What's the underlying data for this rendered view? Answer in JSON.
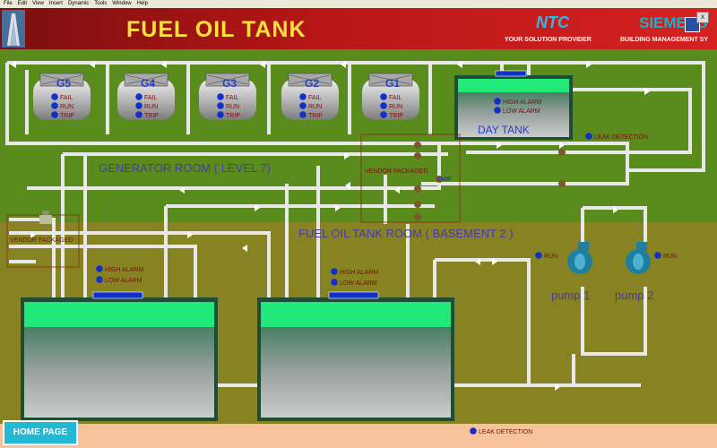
{
  "menu": [
    "File",
    "Edit",
    "View",
    "Insert",
    "Dynamic",
    "Tools",
    "Window",
    "Help"
  ],
  "header": {
    "title": "FUEL OIL TANK",
    "ntc": "NTC",
    "ntc_tag": "YOUR SOLUTION PROVIDER",
    "siemens": "SIEMENS",
    "bms_tag": "BUILDING MANAGEMENT SY",
    "close": "x"
  },
  "generators": [
    {
      "name": "G5",
      "s1": "FAIL",
      "s2": "RUN",
      "s3": "TRIP"
    },
    {
      "name": "G4",
      "s1": "FAIL",
      "s2": "RUN",
      "s3": "TRIP"
    },
    {
      "name": "G3",
      "s1": "FAIL",
      "s2": "RUN",
      "s3": "TRIP"
    },
    {
      "name": "G2",
      "s1": "FAIL",
      "s2": "RUN",
      "s3": "TRIP"
    },
    {
      "name": "G1",
      "s1": "FAIL",
      "s2": "RUN",
      "s3": "TRIP"
    }
  ],
  "day_tank": {
    "name": "DAY TANK",
    "high": "HIGH ALARM",
    "low": "LOW ALARM",
    "leak": "LEAK DETECTION"
  },
  "rooms": {
    "gen": "GENERATOR ROOM ( LEVEL 7)",
    "base": "FUEL OIL TANK ROOM ( BASEMENT 2 )"
  },
  "vendor": "VENDOR PACKAGED",
  "valve_tag": "OWF",
  "tanks": [
    {
      "high": "HIGH ALARM",
      "low": "LOW ALARM"
    },
    {
      "high": "HIGH ALARM",
      "low": "LOW ALARM"
    }
  ],
  "pumps": [
    {
      "name": "pump 1",
      "status": "RUN"
    },
    {
      "name": "pump 2",
      "status": "RUN"
    }
  ],
  "footer": {
    "home": "HOME PAGE",
    "leak": "LEAK DETECTION"
  },
  "colors": {
    "gen_room": "#5a8c1d",
    "basement": "#888322",
    "tank_top": "#22e87a",
    "title": "#ffe23a",
    "indicator": "#1030c8",
    "pump": "#1e7fa0"
  }
}
